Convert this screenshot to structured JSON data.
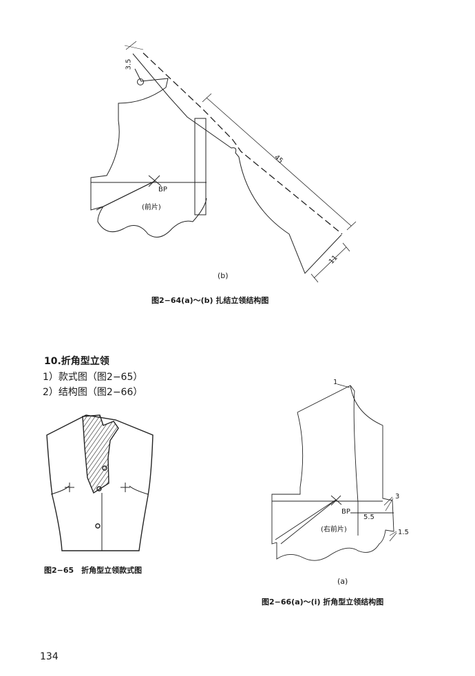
{
  "figure_top": {
    "dims": {
      "d1": "3.5",
      "d2": "45",
      "d3": "11"
    },
    "bp_label": "BP",
    "piece_label": "(前片)",
    "sub_label": "(b)",
    "caption": "图2−64(a)～(b) 扎结立领结构图"
  },
  "section": {
    "title": "10.折角型立领",
    "items": [
      "1）款式图（图2−65）",
      "2）结构图（图2−66）"
    ]
  },
  "figure_left": {
    "caption": "图2−65　折角型立领款式图"
  },
  "figure_right": {
    "dims": {
      "a": "1",
      "b": "3",
      "c": "5.5",
      "d": "1.5"
    },
    "bp_label": "BP",
    "piece_label": "(右前片)",
    "sub_label": "(a)",
    "caption": "图2−66(a)～(i) 折角型立领结构图"
  },
  "page_number": "134"
}
